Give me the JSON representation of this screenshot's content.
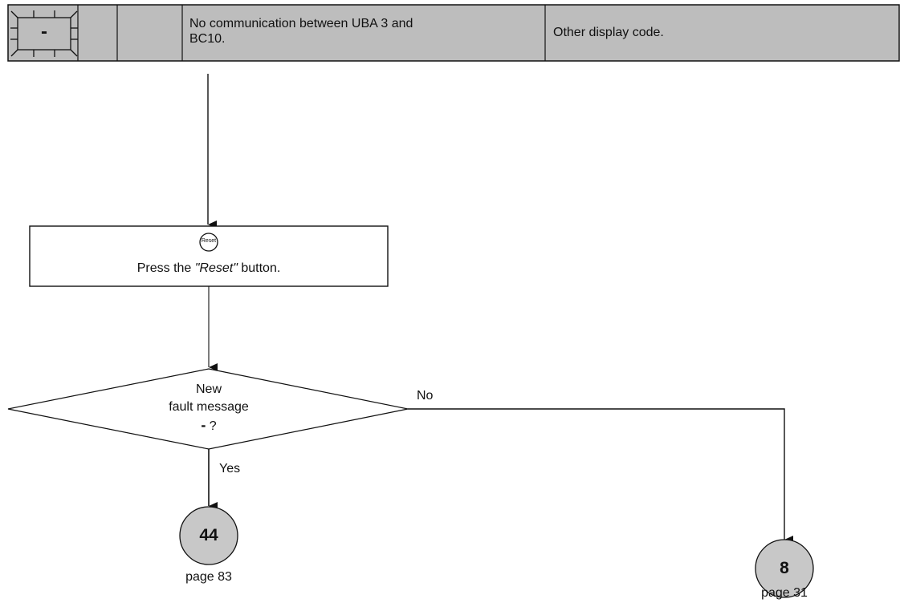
{
  "header_row": {
    "display_code": "-",
    "cause": "No communication between UBA 3 and BC10.",
    "cause_line1": "No communication between UBA 3 and",
    "cause_line2": "BC10.",
    "remark": "Other display code.",
    "fill_color": "#bdbdbd"
  },
  "flow": {
    "action": {
      "icon_label": "Reset",
      "text_before": "Press the ",
      "text_quoted": "\"Reset\"",
      "text_after": " button."
    },
    "decision": {
      "line1": "New",
      "line2": "fault message",
      "code": "-",
      "question_mark": "?"
    },
    "branch_yes": "Yes",
    "branch_no": "No",
    "connectors": [
      {
        "number": "44",
        "page_ref": "page 83"
      },
      {
        "number": "8",
        "page_ref": "page 31"
      }
    ],
    "connector_fill": "#c8c8c8"
  }
}
